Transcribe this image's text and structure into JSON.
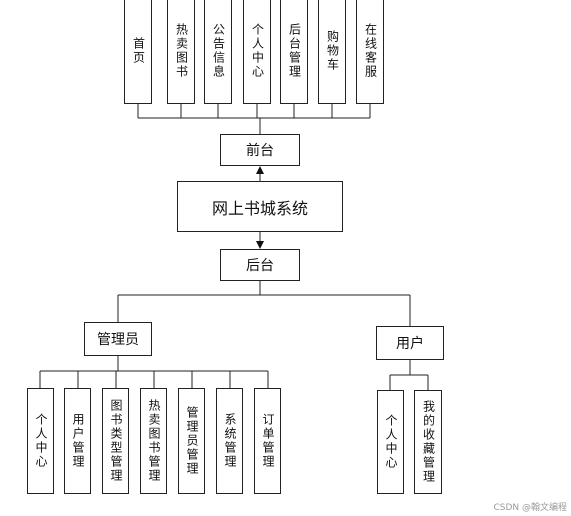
{
  "system": {
    "label": "网上书城系统"
  },
  "frontend": {
    "label": "前台",
    "modules": [
      "首页",
      "热卖图书",
      "公告信息",
      "个人中心",
      "后台管理",
      "购物车",
      "在线客服"
    ]
  },
  "backend": {
    "label": "后台",
    "admin": {
      "label": "管理员",
      "modules": [
        "个人中心",
        "用户管理",
        "图书类型管理",
        "热卖图书管理",
        "管理员管理",
        "系统管理",
        "订单管理"
      ]
    },
    "user": {
      "label": "用户",
      "modules": [
        "个人中心",
        "我的收藏管理"
      ]
    }
  },
  "watermark": "CSDN @翰文编程"
}
